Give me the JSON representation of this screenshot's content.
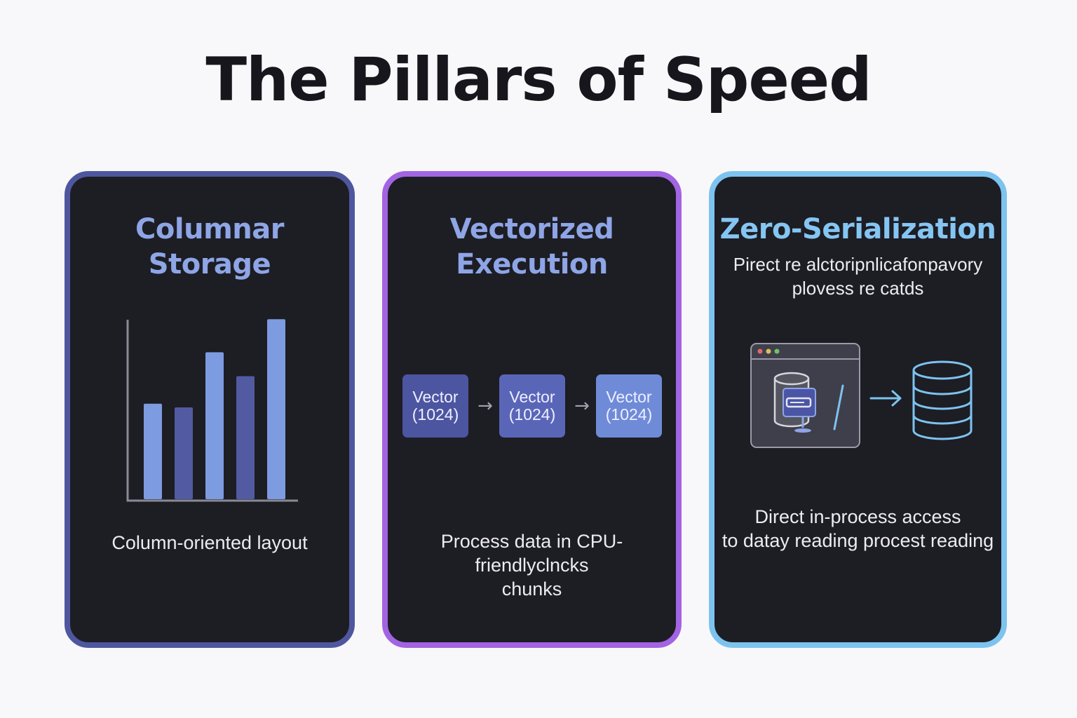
{
  "title": "The Pillars of Speed",
  "cards": [
    {
      "title_line1": "Columnar",
      "title_line2": "Storage",
      "description": "Column-oriented layout",
      "accent": "#4e579e",
      "chart_data": {
        "type": "bar",
        "values": [
          52,
          50,
          80,
          67,
          98
        ],
        "ylim": [
          0,
          100
        ],
        "colors": [
          "#7d9be0",
          "#525aa2",
          "#7d9be0",
          "#525aa2",
          "#7d9be0"
        ]
      }
    },
    {
      "title_line1": "Vectorized",
      "title_line2": "Execution",
      "description_line1": "Process data  in CPU-friendlyclncks",
      "description_line2": "chunks",
      "accent": "#a264e3",
      "vectors": [
        {
          "line1": "Vector",
          "line2": "(1024)"
        },
        {
          "line1": "Vector",
          "line2": "(1024)"
        },
        {
          "line1": "Vector",
          "line2": "(1024)"
        }
      ],
      "arrow_icon": "arrow-right-icon"
    },
    {
      "title": "Zero-Serialization",
      "subtitle_line1": "Pirect re alctoripnlicafonpavory",
      "subtitle_line2": "plovess re catds",
      "description_line1": "Direct in-process access",
      "description_line2": "to datay reading procest reading",
      "accent": "#7dc3ef",
      "icons": [
        "app-window-icon",
        "database-icon",
        "arrow-right-icon",
        "database-stack-icon"
      ]
    }
  ]
}
